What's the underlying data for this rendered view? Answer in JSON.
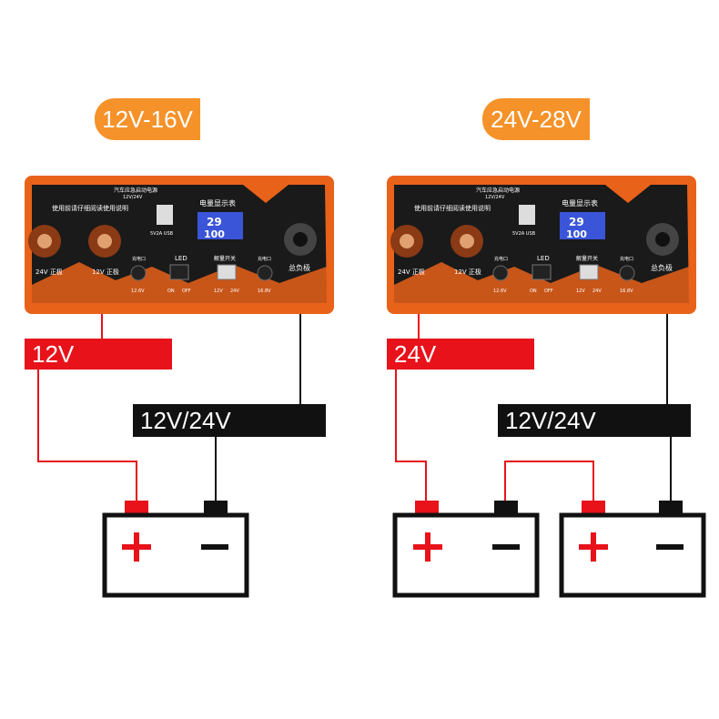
{
  "left": {
    "badge": "12V-16V",
    "red_label": "12V",
    "black_label": "12V/24V",
    "panel": {
      "title": "汽车应急启动电源",
      "subtitle": "12V/24V",
      "warning": "使用前请仔细阅读使用说明",
      "display_title": "电量显示表",
      "display_voltage": "29",
      "display_percent": "100",
      "usb_label": "5V2A USB",
      "left_clamp_label": "24V 正极",
      "mid_clamp_label": "12V 正极",
      "knob1_top": "充电口",
      "knob1_bottom": "12.6V",
      "led_label": "LED",
      "led_on": "ON",
      "led_off": "OFF",
      "switch_label": "解量开关",
      "switch_12": "12V",
      "switch_24": "24V",
      "knob2_top": "充电口",
      "knob2_bottom": "16.8V",
      "neg_label": "总负极"
    },
    "battery_plus": "+",
    "battery_minus": "−"
  },
  "right": {
    "badge": "24V-28V",
    "red_label": "24V",
    "black_label": "12V/24V",
    "panel": {
      "title": "汽车应急启动电源",
      "subtitle": "12V/24V",
      "warning": "使用前请仔细阅读使用说明",
      "display_title": "电量显示表",
      "display_voltage": "29",
      "display_percent": "100",
      "usb_label": "5V2A USB",
      "left_clamp_label": "24V 正极",
      "mid_clamp_label": "12V 正极",
      "knob1_top": "充电口",
      "knob1_bottom": "12.6V",
      "led_label": "LED",
      "led_on": "ON",
      "led_off": "OFF",
      "switch_label": "解量开关",
      "switch_12": "12V",
      "switch_24": "24V",
      "knob2_top": "充电口",
      "knob2_bottom": "16.8V",
      "neg_label": "总负极"
    },
    "battery_plus": "+",
    "battery_minus": "−"
  },
  "colors": {
    "orange": "#f5922a",
    "red": "#e8121a",
    "black": "#111111",
    "panel_orange": "#e8621a"
  }
}
